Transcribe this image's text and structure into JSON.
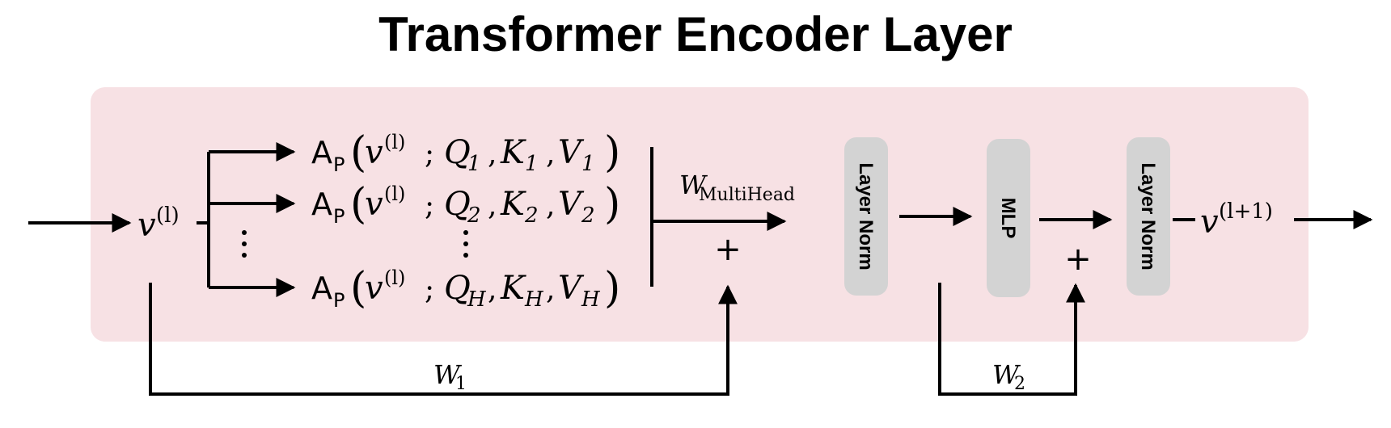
{
  "title": "Transformer Encoder Layer",
  "colors": {
    "background_panel": "#f7e1e4",
    "block_fill": "#d3d3d3",
    "line": "#000000"
  },
  "input": {
    "symbol": "v",
    "superscript": "(l)"
  },
  "output": {
    "symbol": "v",
    "superscript": "(l+1)"
  },
  "attention_heads": [
    {
      "op": "A",
      "op_sub": "P",
      "arg": "v",
      "arg_sup": "(l)",
      "q": "Q",
      "k": "K",
      "v": "V",
      "index": "1"
    },
    {
      "op": "A",
      "op_sub": "P",
      "arg": "v",
      "arg_sup": "(l)",
      "q": "Q",
      "k": "K",
      "v": "V",
      "index": "2"
    },
    {
      "op": "A",
      "op_sub": "P",
      "arg": "v",
      "arg_sup": "(l)",
      "q": "Q",
      "k": "K",
      "v": "V",
      "index": "H"
    }
  ],
  "multihead": {
    "symbol": "W",
    "subscript": "MultiHead"
  },
  "plus": "+",
  "blocks": {
    "layer_norm_1": "Layer Norm",
    "mlp": "MLP",
    "layer_norm_2": "Layer Norm"
  },
  "residual_1": {
    "symbol": "W",
    "subscript": "1"
  },
  "residual_2": {
    "symbol": "W",
    "subscript": "2"
  }
}
